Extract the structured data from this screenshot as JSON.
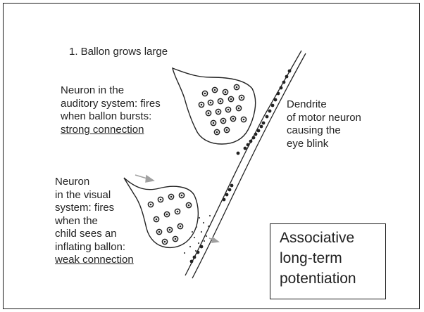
{
  "title": "1. Ballon grows large",
  "auditory_neuron": {
    "lines": [
      "Neuron in the",
      "auditory system: fires",
      "when ballon bursts:"
    ],
    "strength": "strong connection"
  },
  "visual_neuron": {
    "lines": [
      "Neuron",
      "in the visual",
      "system: fires",
      "when the",
      "child sees an",
      "inflating ballon:"
    ],
    "strength": "weak connection"
  },
  "dendrite": {
    "lines": [
      "Dendrite",
      "of motor neuron",
      "causing the",
      "eye blink"
    ]
  },
  "box": {
    "lines": [
      "Associative",
      "long-term",
      "potentiation"
    ]
  },
  "colors": {
    "ink": "#222222",
    "arrow": "#a0a0a0",
    "frame": "#1a1a1a"
  }
}
